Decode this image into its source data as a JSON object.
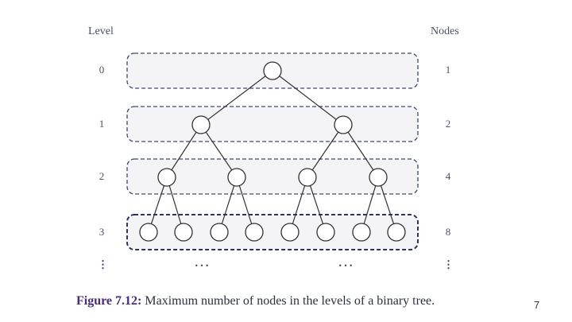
{
  "header": {
    "level_label": "Level",
    "nodes_label": "Nodes"
  },
  "levels": [
    {
      "level": "0",
      "nodes": "1"
    },
    {
      "level": "1",
      "nodes": "2"
    },
    {
      "level": "2",
      "nodes": "4"
    },
    {
      "level": "3",
      "nodes": "8"
    }
  ],
  "ellipsis": {
    "vertical": "⋮",
    "horizontal": "…"
  },
  "caption": {
    "label": "Figure 7.12:",
    "text": "Maximum number of nodes in the levels of a binary tree."
  },
  "page_number": "7",
  "colors": {
    "band_fill": "#f4f4f6",
    "band_border": "#3b4770",
    "band_border_emphasis": "#2a3466",
    "node_stroke": "#333333",
    "edge": "#333333",
    "caption_label": "#4a2c7a"
  }
}
